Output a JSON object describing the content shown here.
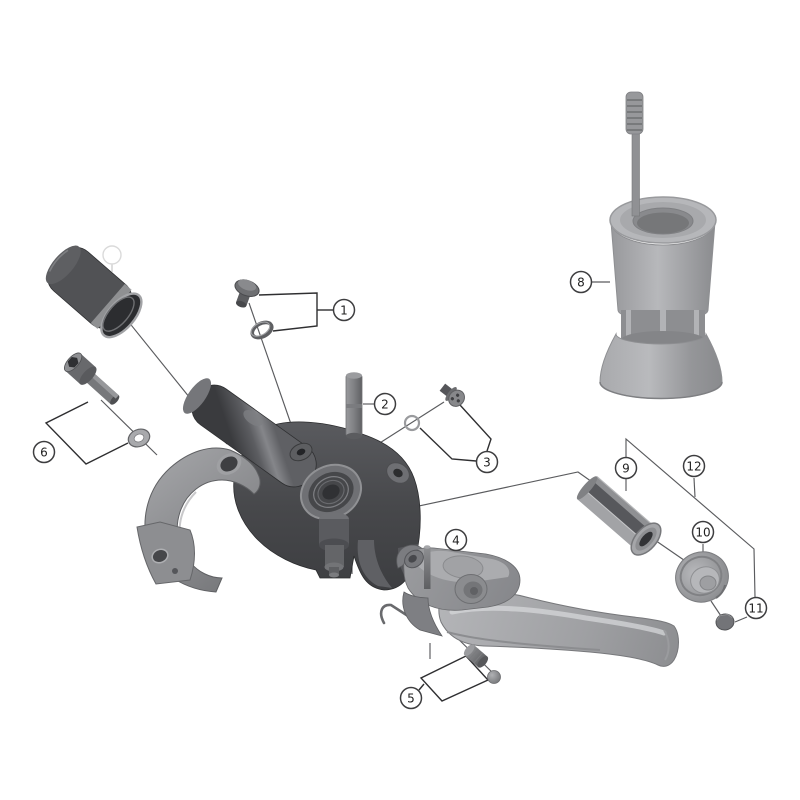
{
  "diagram": {
    "background_color": "#ffffff",
    "line_color": "#5a5b5e",
    "bracket_color": "#2f2f31",
    "callout_stroke_color": "#3d3d3f",
    "callout_text_color": "#1f1f1f",
    "faint_callout_color": "#dadada"
  },
  "callouts": [
    {
      "label": "1",
      "part": "bleed-screw-with-oring"
    },
    {
      "label": "2",
      "part": "pushrod-pin"
    },
    {
      "label": "3",
      "part": "adjuster-bolt-with-oring"
    },
    {
      "label": "4",
      "part": "lever-blade-assembly"
    },
    {
      "label": "5",
      "part": "pivot-nut-and-ball-end"
    },
    {
      "label": "6",
      "part": "clamp-bolt-with-washer"
    },
    {
      "label": "",
      "part": "lever-body-cover",
      "style": "faint"
    },
    {
      "label": "8",
      "part": "bleed-funnel-with-plunger"
    },
    {
      "label": "9",
      "part": "piston-sleeve"
    },
    {
      "label": "10",
      "part": "piston"
    },
    {
      "label": "11",
      "part": "piston-end-nut"
    },
    {
      "label": "12",
      "part": "piston-unit-group"
    }
  ]
}
